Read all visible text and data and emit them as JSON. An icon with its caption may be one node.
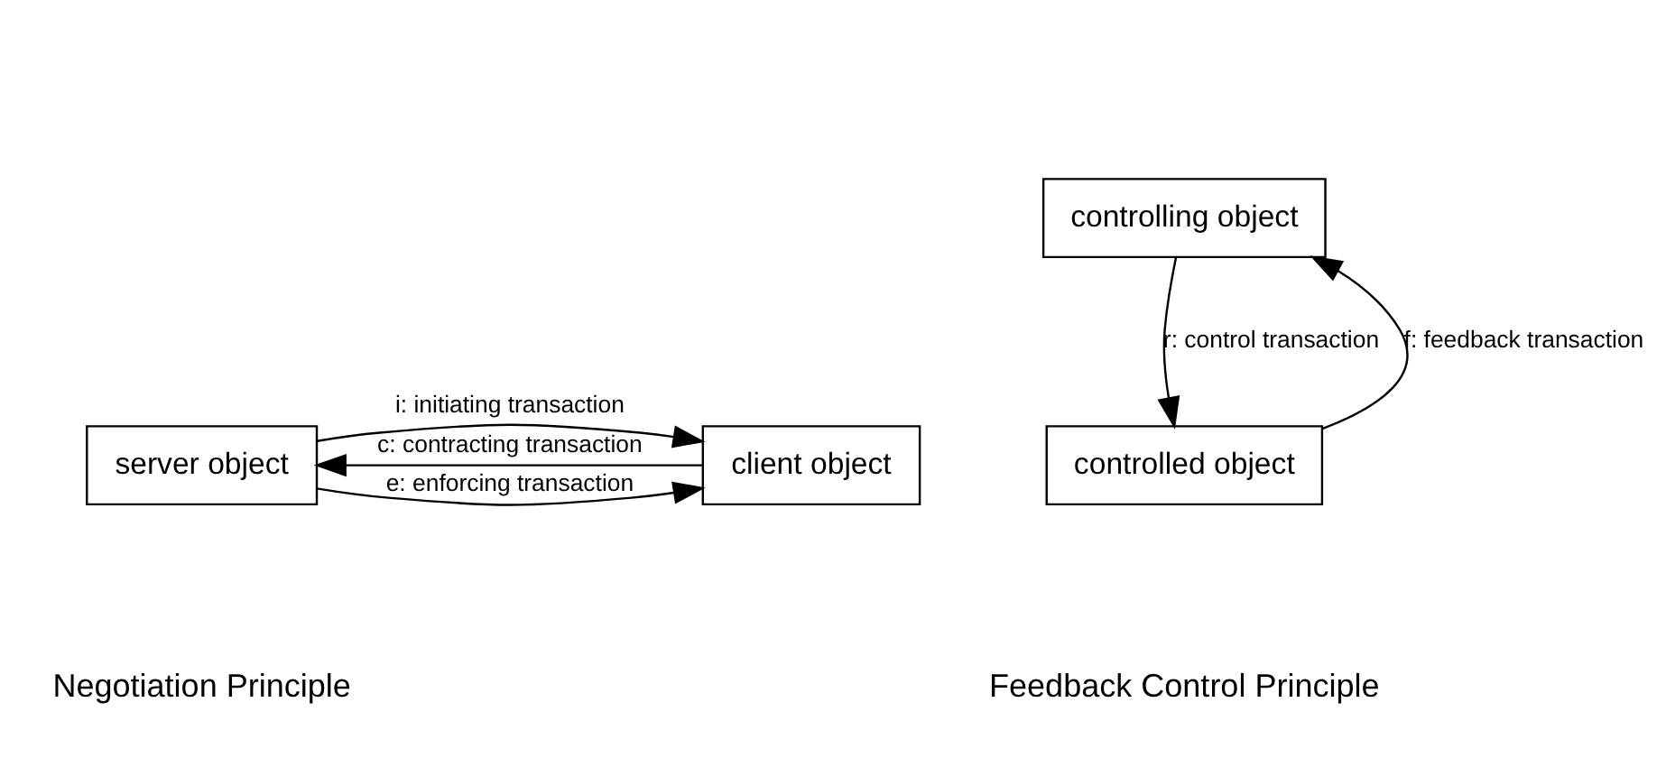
{
  "diagram": {
    "nodes": [
      {
        "text": [
          "server object"
        ]
      },
      {
        "text": [
          "client object"
        ]
      },
      {
        "text": [
          "controlling object"
        ]
      },
      {
        "text": [
          "controlled object"
        ]
      }
    ],
    "edges": [
      {
        "from": 0,
        "to": 1,
        "arrow": "to",
        "label": "i: initiating transaction"
      },
      {
        "from": 0,
        "to": 1,
        "arrow": "to",
        "label": "e: enforcing transaction"
      },
      {
        "from": 1,
        "to": 0,
        "arrow": "to",
        "label": "c: contracting transaction"
      },
      {
        "from": 2,
        "to": 3,
        "arrow": "to",
        "label": "r: control transaction"
      },
      {
        "from": 3,
        "to": 2,
        "arrow": "to",
        "label": "f: feedback transaction"
      }
    ],
    "labels": [
      "Negotiation Principle",
      "Feedback Control Principle"
    ]
  }
}
